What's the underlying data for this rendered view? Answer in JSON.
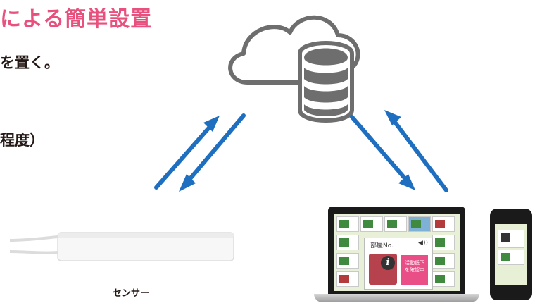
{
  "heading": {
    "title": "による簡単設置",
    "line1": "を置く。",
    "line2": "程度）"
  },
  "sensor": {
    "label": "センサー"
  },
  "app_screen": {
    "room_title": "部屋No.",
    "speaker_glyph": "◀))",
    "alert_text": "活動低下\nを確認中",
    "info_glyph": "i"
  },
  "colors": {
    "title_accent": "#e8507e",
    "arrow": "#1f6fc1",
    "icon_gray": "#6e6e6e"
  },
  "icons": [
    "cloud-icon",
    "database-icon"
  ]
}
